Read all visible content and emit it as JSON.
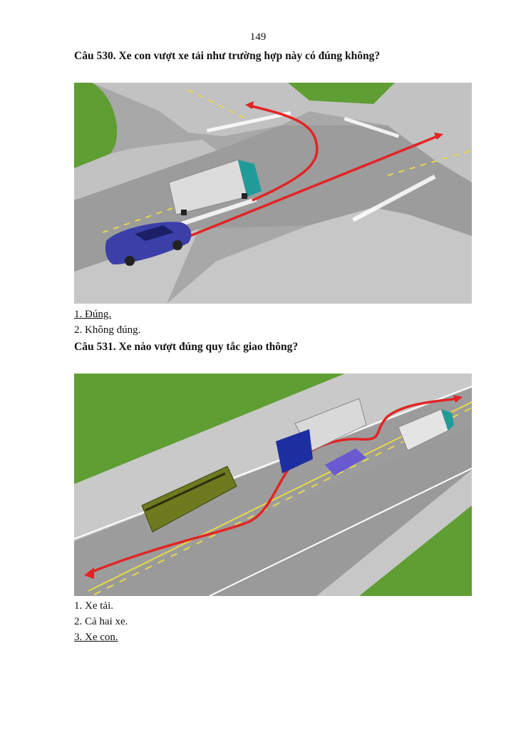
{
  "page_number": "149",
  "questions": [
    {
      "title": "Câu 530. Xe con vượt xe tải như trường hợp này có đúng không?",
      "answers": [
        {
          "text": "1. Đúng.",
          "correct": true
        },
        {
          "text": "2. Không đúng.",
          "correct": false
        }
      ]
    },
    {
      "title": "Câu 531. Xe nào vượt đúng quy tắc giao thông?",
      "answers": [
        {
          "text": "1. Xe tải.",
          "correct": false
        },
        {
          "text": "2. Cả hai xe.",
          "correct": false
        },
        {
          "text": "3. Xe con.",
          "correct": true
        }
      ]
    }
  ],
  "colors": {
    "grass": "#5f9e33",
    "road": "#9a9a9a",
    "sidewalk": "#c9c9c9",
    "arrow": "#e32424",
    "car": "#3b3fa8",
    "truck_cab_1": "#1f9c9a",
    "truck_cab_2": "#1d2fa0",
    "bus": "#6d7a1e"
  },
  "icons": {
    "figure_530": "intersection-illustration",
    "figure_531": "road-overtaking-illustration"
  }
}
